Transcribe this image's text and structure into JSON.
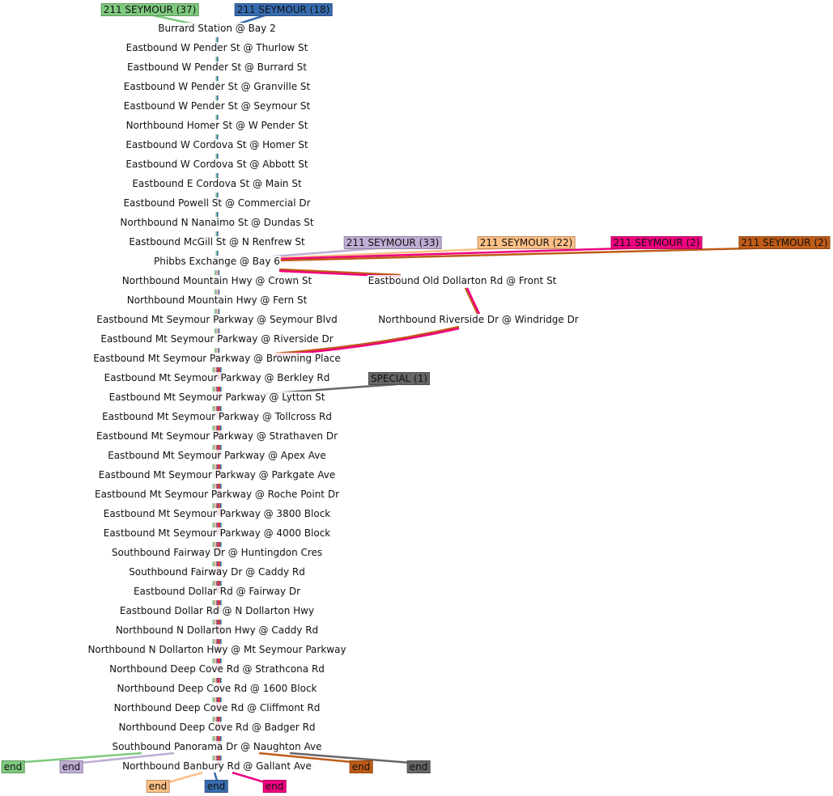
{
  "palette": {
    "green": "#7fc97f",
    "lavender": "#beaed4",
    "peach": "#fdc086",
    "blue": "#386cb0",
    "magenta": "#f0027f",
    "rust": "#bf5b17",
    "gray": "#666666"
  },
  "routes": [
    {
      "id": "r37",
      "label": "211 SEYMOUR (37)",
      "color": "#7fc97f",
      "end": "end"
    },
    {
      "id": "r18",
      "label": "211 SEYMOUR (18)",
      "color": "#386cb0",
      "end": "end"
    },
    {
      "id": "r33",
      "label": "211 SEYMOUR (33)",
      "color": "#beaed4",
      "end": "end"
    },
    {
      "id": "r22",
      "label": "211 SEYMOUR (22)",
      "color": "#fdc086",
      "end": "end"
    },
    {
      "id": "r2a",
      "label": "211 SEYMOUR (2)",
      "color": "#f0027f",
      "end": "end"
    },
    {
      "id": "r2b",
      "label": "211 SEYMOUR (2)",
      "color": "#bf5b17",
      "end": "end"
    },
    {
      "id": "rsp",
      "label": "SPECIAL (1)",
      "color": "#666666",
      "end": "end"
    }
  ],
  "main_stops": [
    "Burrard Station @ Bay 2",
    "Eastbound W Pender St @ Thurlow St",
    "Eastbound W Pender St @ Burrard St",
    "Eastbound W Pender St @ Granville St",
    "Eastbound W Pender St @ Seymour St",
    "Northbound Homer St @ W Pender St",
    "Eastbound W Cordova St @ Homer St",
    "Eastbound W Cordova St @ Abbott St",
    "Eastbound E Cordova St @ Main St",
    "Eastbound Powell St @ Commercial Dr",
    "Northbound N Nanaimo St @ Dundas St",
    "Eastbound McGill St @ N Renfrew St",
    "Phibbs Exchange @ Bay 6",
    "Northbound Mountain Hwy @ Crown St",
    "Northbound Mountain Hwy @ Fern St",
    "Eastbound Mt Seymour Parkway @ Seymour Blvd",
    "Eastbound Mt Seymour Parkway @ Riverside Dr",
    "Eastbound Mt Seymour Parkway @ Browning Place",
    "Eastbound Mt Seymour Parkway @ Berkley Rd",
    "Eastbound Mt Seymour Parkway @ Lytton St",
    "Eastbound Mt Seymour Parkway @ Tollcross Rd",
    "Eastbound Mt Seymour Parkway @ Strathaven Dr",
    "Eastbound Mt Seymour Parkway @ Apex Ave",
    "Eastbound Mt Seymour Parkway @ Parkgate Ave",
    "Eastbound Mt Seymour Parkway @ Roche Point Dr",
    "Eastbound Mt Seymour Parkway @ 3800 Block",
    "Eastbound Mt Seymour Parkway @ 4000 Block",
    "Southbound Fairway Dr @ Huntingdon Cres",
    "Southbound Fairway Dr @ Caddy Rd",
    "Eastbound Dollar Rd @ Fairway Dr",
    "Eastbound Dollar Rd @ N Dollarton Hwy",
    "Northbound N Dollarton Hwy @ Caddy Rd",
    "Northbound N Dollarton Hwy @ Mt Seymour Parkway",
    "Northbound Deep Cove Rd @ Strathcona Rd",
    "Northbound Deep Cove Rd @ 1600 Block",
    "Northbound Deep Cove Rd @ Cliffmont Rd",
    "Northbound Deep Cove Rd @ Badger Rd",
    "Southbound Panorama Dr @ Naughton Ave",
    "Northbound Banbury Rd @ Gallant Ave"
  ],
  "branch_stops": [
    "Eastbound Old Dollarton Rd @ Front St",
    "Northbound Riverside Dr @ Windridge Dr"
  ]
}
